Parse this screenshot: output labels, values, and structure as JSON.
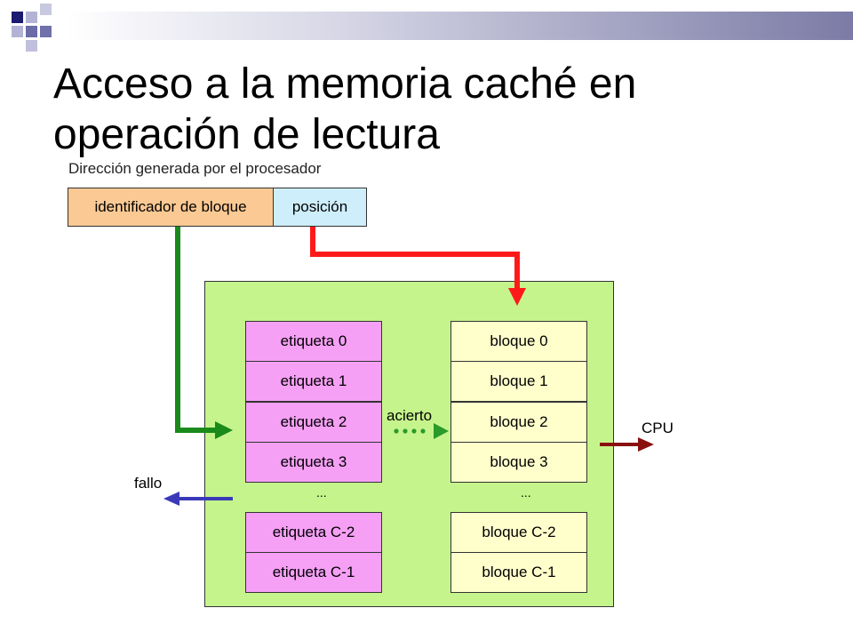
{
  "title": {
    "line1": "Acceso a la memoria caché en",
    "line2": "operación de lectura"
  },
  "address": {
    "caption": "Dirección generada por el procesador",
    "block_id": "identificador de bloque",
    "position": "posición"
  },
  "tags": [
    "etiqueta 0",
    "etiqueta 1",
    "etiqueta 2",
    "etiqueta 3",
    "etiqueta C-2",
    "etiqueta C-1"
  ],
  "blocks": [
    "bloque 0",
    "bloque 1",
    "bloque 2",
    "bloque 3",
    "bloque C-2",
    "bloque C-1"
  ],
  "ellipsis": "...",
  "labels": {
    "hit": "acierto",
    "miss": "fallo",
    "cpu": "CPU"
  },
  "colors": {
    "tag_box": "#f5a0f5",
    "block_box": "#ffffcc",
    "cache_panel": "#c6f48c",
    "block_id_box": "#fbc993",
    "position_box": "#cdeefa",
    "tag_arrow": "#1a8a1a",
    "position_arrow": "#ff1a1a",
    "hit_arrow": "#2a9a2a",
    "miss_arrow": "#3a3ab8",
    "cpu_arrow": "#8a1010"
  }
}
